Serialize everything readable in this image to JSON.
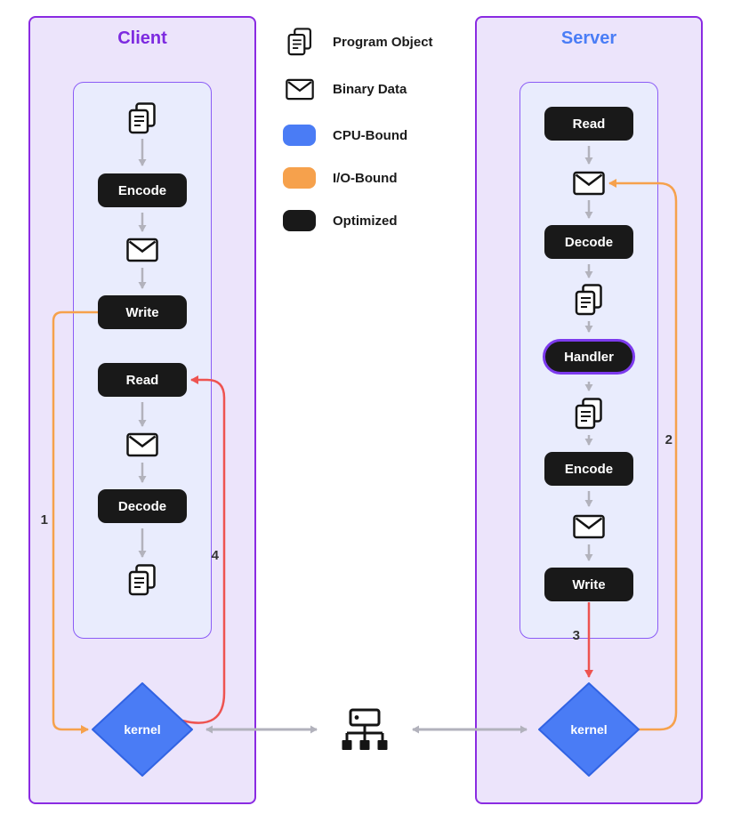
{
  "client": {
    "title": "Client",
    "steps": {
      "encode": "Encode",
      "write": "Write",
      "read": "Read",
      "decode": "Decode"
    },
    "kernel": "kernel"
  },
  "server": {
    "title": "Server",
    "steps": {
      "read": "Read",
      "decode": "Decode",
      "handler": "Handler",
      "encode": "Encode",
      "write": "Write"
    },
    "kernel": "kernel"
  },
  "legend": {
    "program_object": "Program Object",
    "binary_data": "Binary Data",
    "cpu_bound": "CPU-Bound",
    "io_bound": "I/O-Bound",
    "optimized": "Optimized"
  },
  "flow": {
    "step1": "1",
    "step2": "2",
    "step3": "3",
    "step4": "4"
  },
  "icons": {
    "program_object": "program-object-icon",
    "binary_data": "binary-data-icon",
    "network": "network-icon",
    "kernel_shape": "diamond"
  },
  "colors": {
    "purple_accent": "#8a2be2",
    "blue_accent": "#4a7cf5",
    "orange_accent": "#f6a14c",
    "red_accent": "#ee5350",
    "node_black": "#191919",
    "panel_bg": "#ece4fb",
    "inner_bg": "#e9ecfd",
    "arrow_gray": "#b2b2bc"
  }
}
